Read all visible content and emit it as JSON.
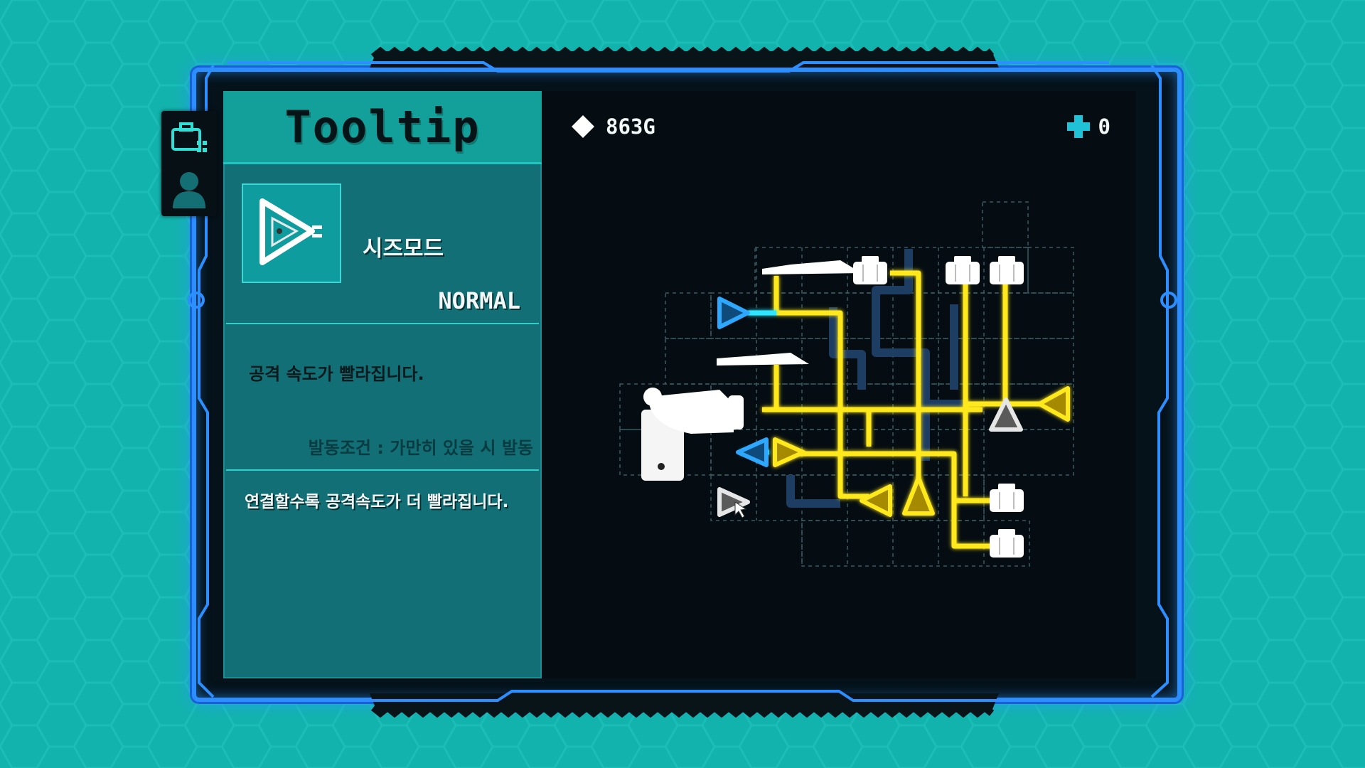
{
  "window": {
    "tabs": [
      {
        "name": "inventory",
        "icon": "briefcase-icon"
      },
      {
        "name": "profile",
        "icon": "user-icon"
      }
    ]
  },
  "tooltip": {
    "title": "Tooltip",
    "item_icon": "siege-mode-triangle-icon",
    "item_name": "시즈모드",
    "rarity": "NORMAL",
    "description": "공격 속도가 빨라집니다.",
    "condition": "발동조건 : 가만히 있을 시 발동",
    "synergy": "연결할수록 공격속도가 더 빨라집니다."
  },
  "hud": {
    "gold_icon": "diamond-icon",
    "gold": "863G",
    "plus_icon": "plus-icon",
    "plus_count": "0"
  },
  "colors": {
    "background": "#13b3ad",
    "frame": "#2d8fff",
    "panel": "#126f76",
    "wire_active": "#ffe81a",
    "wire_idle": "#1d3d63",
    "node_blue": "#2ea8ff"
  }
}
